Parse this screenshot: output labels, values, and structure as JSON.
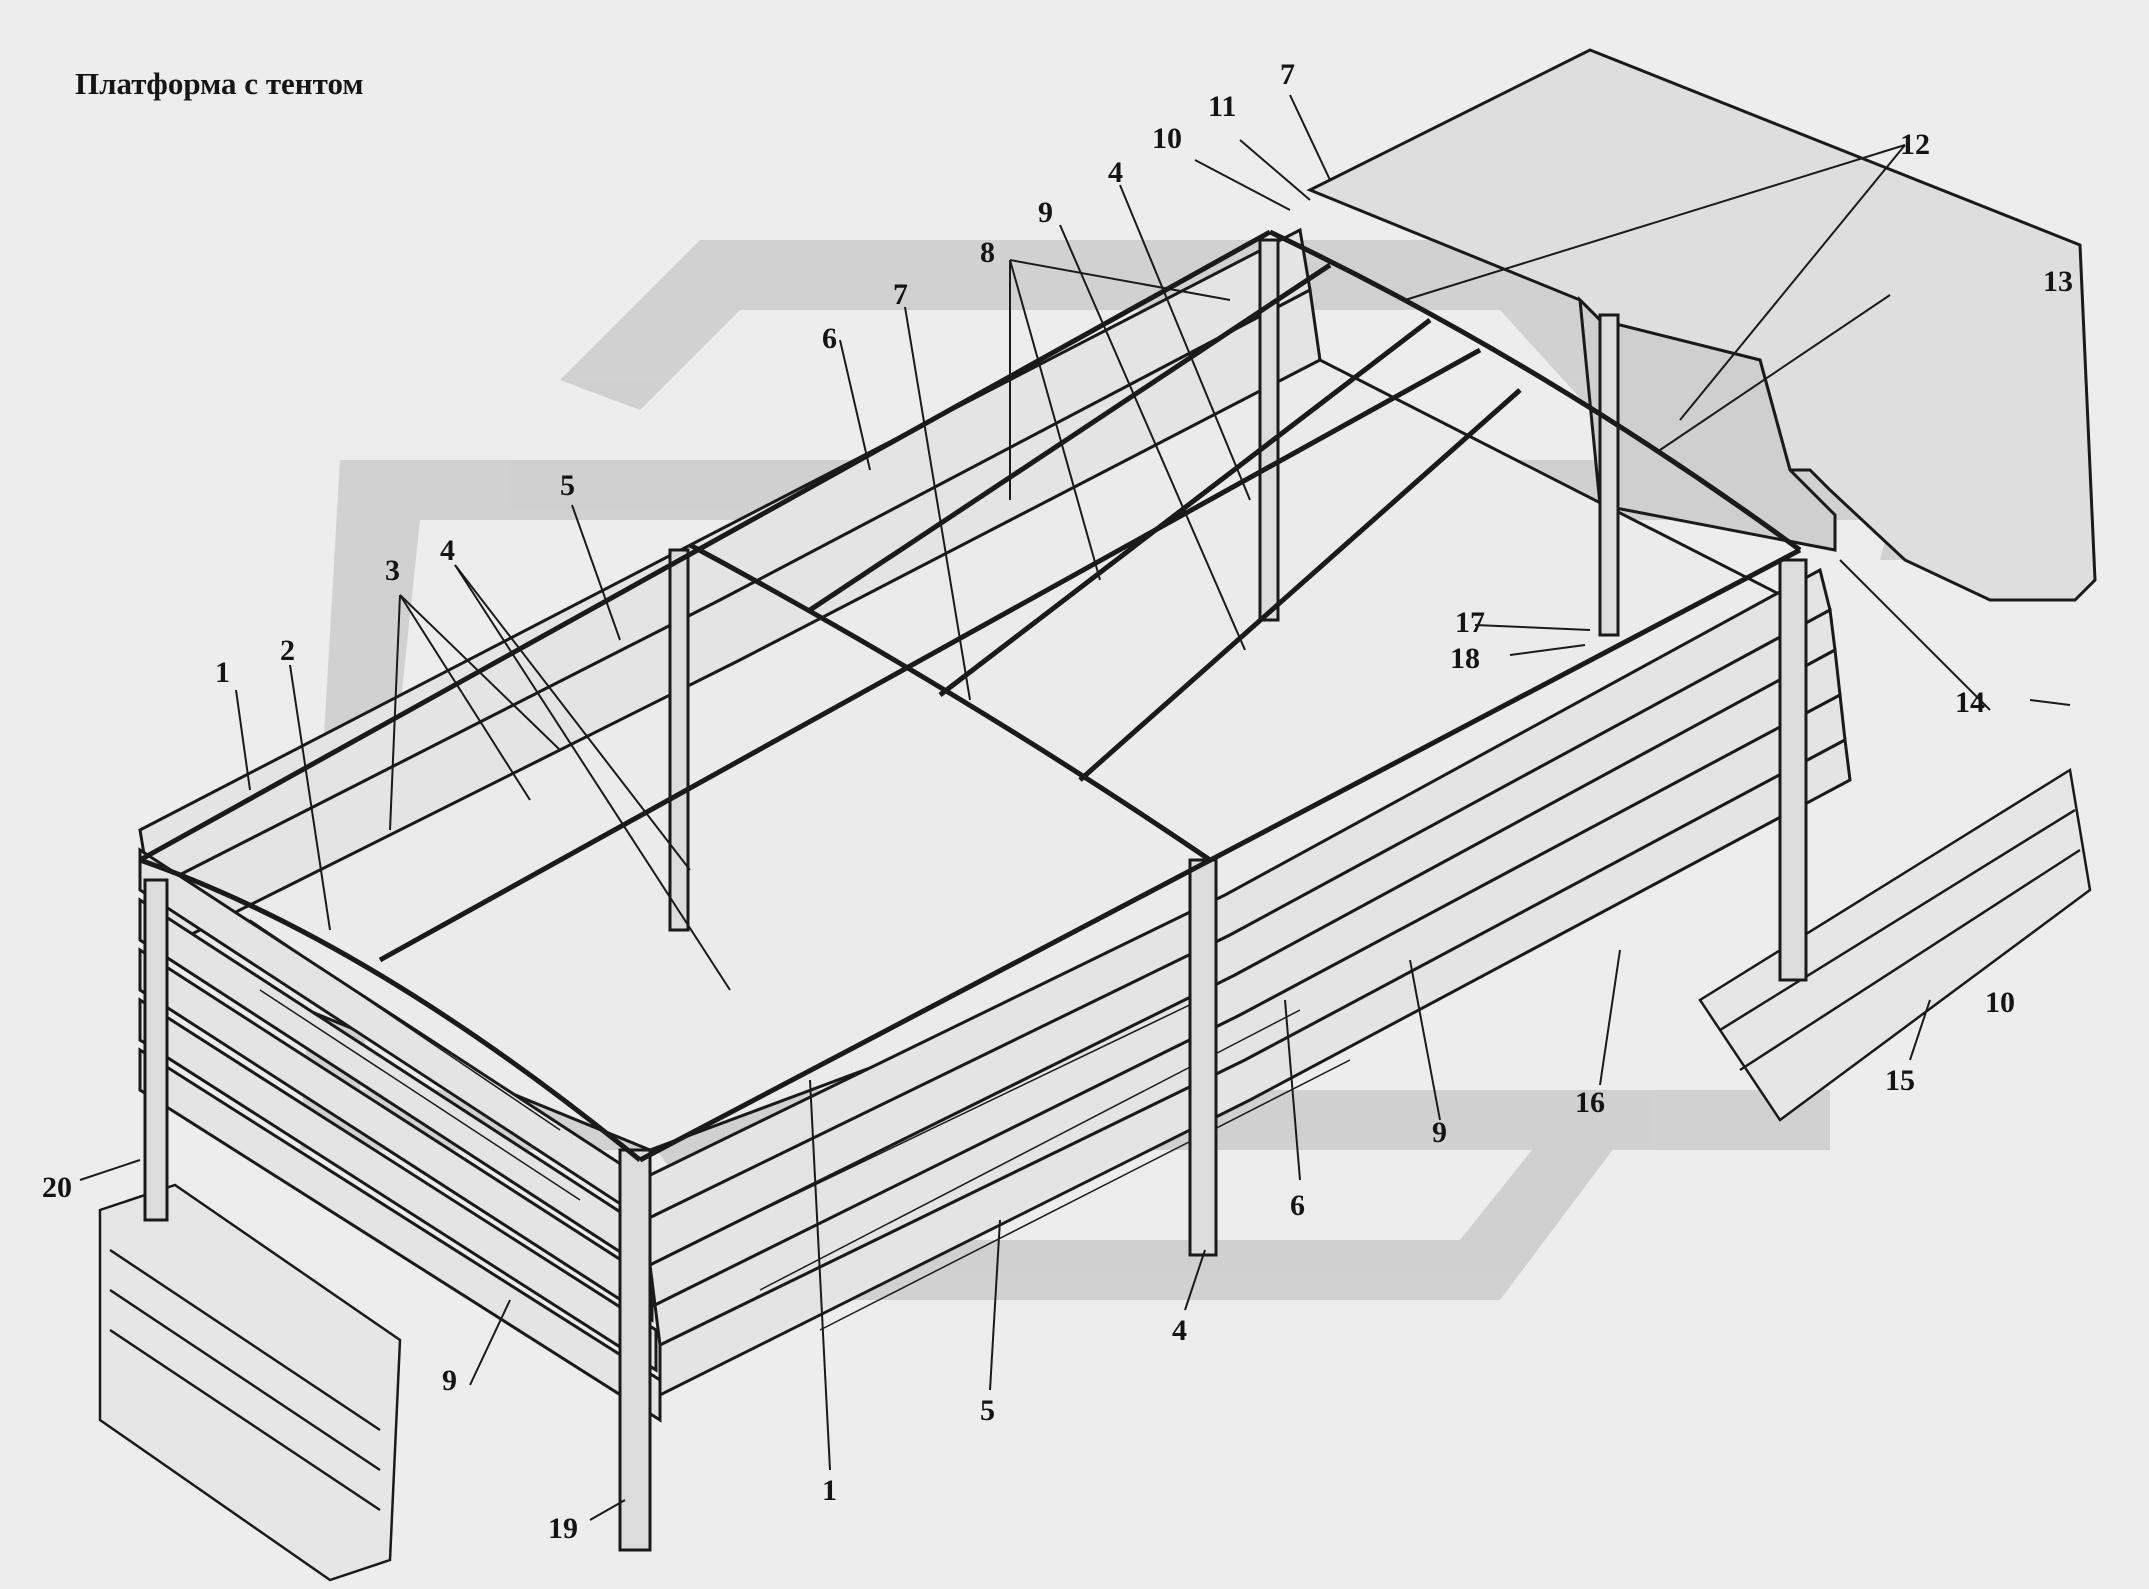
{
  "title": "Платформа с тентом",
  "colors": {
    "background": "#ededed",
    "line": "#1a1a1a",
    "watermark": "#c9c9c9",
    "wood": "#e2e2e2",
    "tent": "#dcdcdc"
  },
  "callouts": [
    {
      "id": "c1a",
      "text": "1"
    },
    {
      "id": "c1b",
      "text": "1"
    },
    {
      "id": "c2",
      "text": "2"
    },
    {
      "id": "c3",
      "text": "3"
    },
    {
      "id": "c4a",
      "text": "4"
    },
    {
      "id": "c4b",
      "text": "4"
    },
    {
      "id": "c4c",
      "text": "4"
    },
    {
      "id": "c5a",
      "text": "5"
    },
    {
      "id": "c5b",
      "text": "5"
    },
    {
      "id": "c6a",
      "text": "6"
    },
    {
      "id": "c6b",
      "text": "6"
    },
    {
      "id": "c7a",
      "text": "7"
    },
    {
      "id": "c7b",
      "text": "7"
    },
    {
      "id": "c8",
      "text": "8"
    },
    {
      "id": "c9a",
      "text": "9"
    },
    {
      "id": "c9b",
      "text": "9"
    },
    {
      "id": "c9c",
      "text": "9"
    },
    {
      "id": "c10a",
      "text": "10"
    },
    {
      "id": "c10b",
      "text": "10"
    },
    {
      "id": "c11",
      "text": "11"
    },
    {
      "id": "c12",
      "text": "12"
    },
    {
      "id": "c13",
      "text": "13"
    },
    {
      "id": "c14",
      "text": "14"
    },
    {
      "id": "c15",
      "text": "15"
    },
    {
      "id": "c16",
      "text": "16"
    },
    {
      "id": "c17",
      "text": "17"
    },
    {
      "id": "c18",
      "text": "18"
    },
    {
      "id": "c19",
      "text": "19"
    },
    {
      "id": "c20",
      "text": "20"
    }
  ]
}
